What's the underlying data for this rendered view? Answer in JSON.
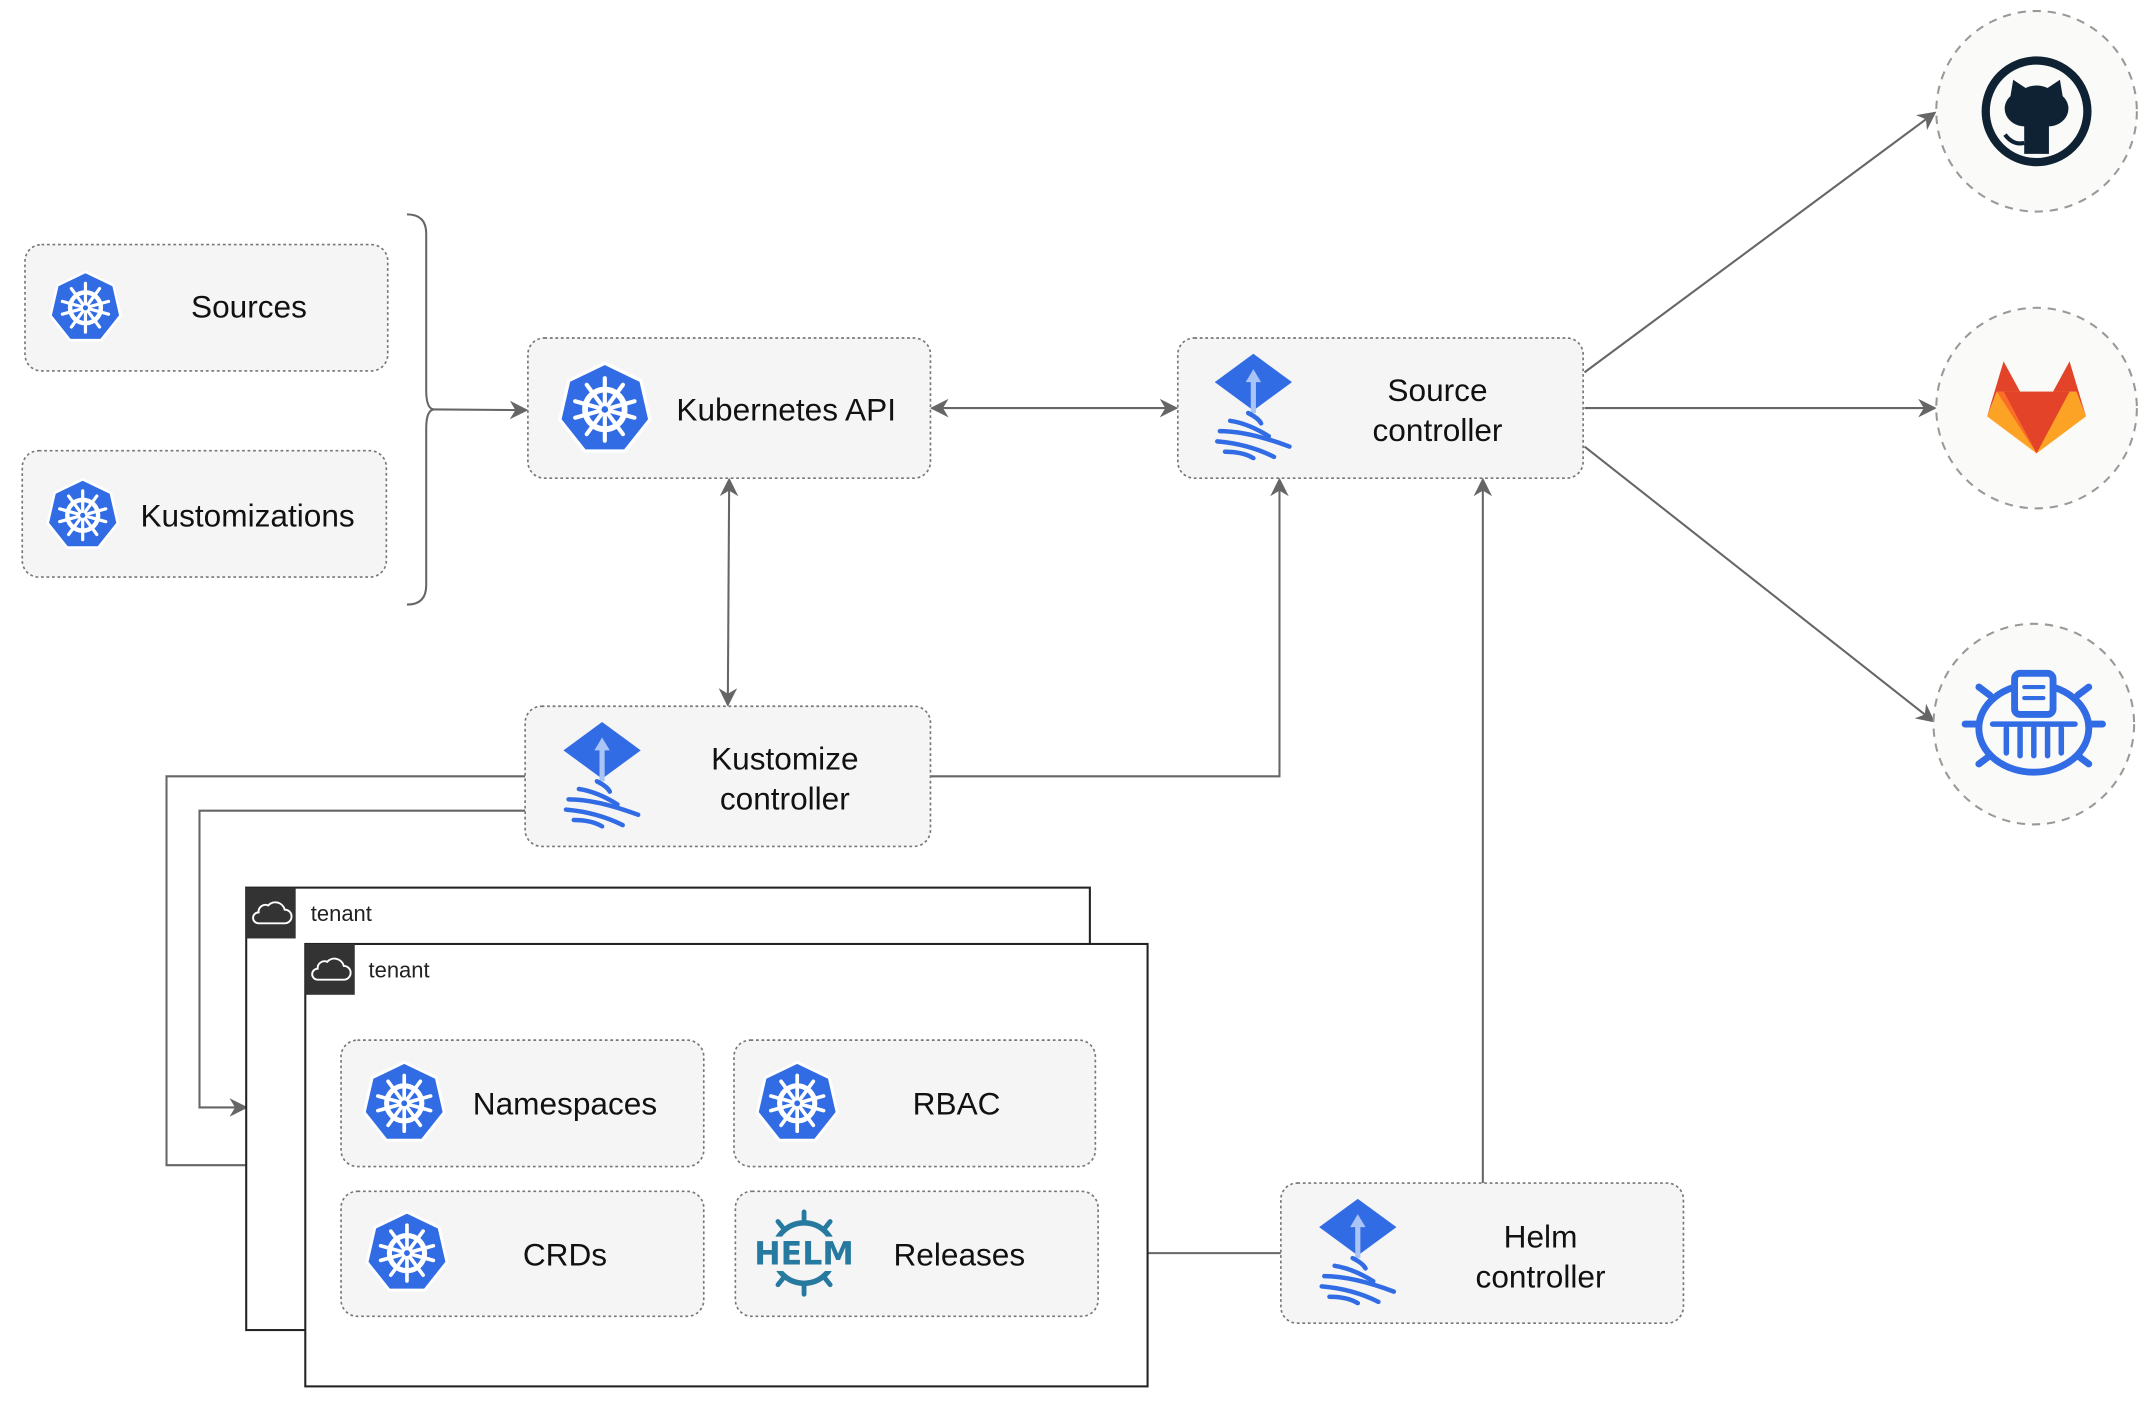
{
  "nodes": {
    "sources": "Sources",
    "kustomizations": "Kustomizations",
    "kubernetes_api": "Kubernetes API",
    "source_controller": [
      "Source",
      "controller"
    ],
    "kustomize_controller": [
      "Kustomize",
      "controller"
    ],
    "helm_controller": [
      "Helm",
      "controller"
    ],
    "namespaces": "Namespaces",
    "rbac": "RBAC",
    "crds": "CRDs",
    "releases": "Releases"
  },
  "tenants": [
    "tenant",
    "tenant"
  ],
  "helm_logo_text": "HELM",
  "external_sources": [
    "github-icon",
    "gitlab-icon",
    "helm-repository-icon"
  ],
  "colors": {
    "kubernetes_blue": "#326ce5",
    "github_dark": "#0f2233",
    "gitlab_orange": "#e24329",
    "gitlab_yellow": "#fca326",
    "helm_blue": "#277a9f"
  }
}
